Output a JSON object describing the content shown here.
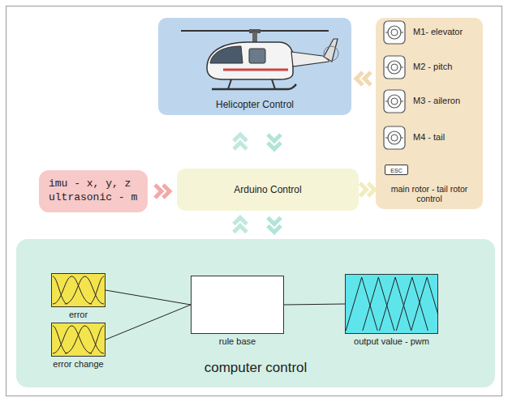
{
  "diagram": {
    "nodes": [
      {
        "text": [
          "Helicopter Control"
        ]
      },
      {
        "text": [
          "main rotor - tail rotor control"
        ]
      },
      {
        "text": [
          "ESC"
        ],
        "in": 1
      },
      {
        "text": [
          "imu - x, y, z",
          "ultrasonic - m"
        ]
      },
      {
        "text": [
          "Arduino Control"
        ]
      },
      {
        "text": [
          "computer control"
        ]
      },
      {
        "text": [
          "error"
        ],
        "in": 5
      },
      {
        "text": [
          "error change"
        ],
        "in": 5
      },
      {
        "text": [
          "rule base"
        ],
        "in": 5
      },
      {
        "text": [
          "output value - pwm"
        ],
        "in": 5
      }
    ],
    "edges": [
      {
        "from": 3,
        "to": 4,
        "arrow": "to"
      },
      {
        "from": 4,
        "to": 1,
        "arrow": "to"
      },
      {
        "from": 1,
        "to": 0,
        "arrow": "to"
      },
      {
        "from": 4,
        "to": 0,
        "arrow": "to"
      },
      {
        "from": 0,
        "to": 4,
        "arrow": "to"
      },
      {
        "from": 5,
        "to": 4,
        "arrow": "to"
      },
      {
        "from": 4,
        "to": 5,
        "arrow": "to"
      },
      {
        "from": 6,
        "to": 8,
        "arrow": "none"
      },
      {
        "from": 7,
        "to": 8,
        "arrow": "none"
      },
      {
        "from": 8,
        "to": 9,
        "arrow": "none"
      }
    ],
    "labels": [
      "M1- elevator",
      "M2 - pitch",
      "M3 - aileron",
      "M4 - tail"
    ]
  }
}
